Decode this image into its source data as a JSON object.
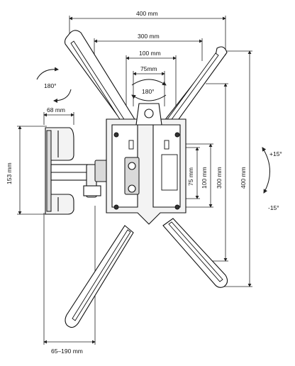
{
  "dimensions": {
    "width_400": "400 mm",
    "width_300": "300 mm",
    "width_100": "100 mm",
    "width_75": "75mm",
    "arm_depth": "68 mm",
    "plate_height": "153 mm",
    "height_75": "75 mm",
    "height_100": "100 mm",
    "height_300": "300 mm",
    "height_400": "400 mm",
    "extension": "65–190 mm"
  },
  "rotation": {
    "swivel_left": "180°",
    "swivel_center": "180°",
    "tilt_up": "+15°",
    "tilt_down": "-15°"
  }
}
